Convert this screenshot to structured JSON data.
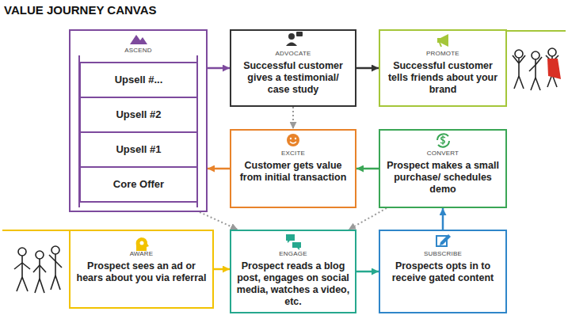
{
  "diagram": {
    "title": "VALUE JOURNEY CANVAS",
    "nodes": [
      {
        "text": [
          "ASCEND"
        ]
      },
      {
        "text": [
          "Upsell #..."
        ],
        "in": 0
      },
      {
        "text": [
          "Upsell #2"
        ],
        "in": 0
      },
      {
        "text": [
          "Upsell #1"
        ],
        "in": 0
      },
      {
        "text": [
          "Core Offer"
        ],
        "in": 0
      },
      {
        "text": [
          "ADVOCATE",
          "Successful customer gives a testimonial/ case study"
        ]
      },
      {
        "text": [
          "PROMOTE",
          "Successful customer tells friends about your brand"
        ]
      },
      {
        "text": [
          "EXCITE",
          "Customer gets value from initial transaction"
        ]
      },
      {
        "text": [
          "CONVERT",
          "Prospect makes a small purchase/ schedules demo"
        ]
      },
      {
        "text": [
          "AWARE",
          "Prospect sees an ad or hears about you via referral"
        ]
      },
      {
        "text": [
          "ENGAGE",
          "Prospect reads a blog post, engages on social media, watches a video, etc."
        ]
      },
      {
        "text": [
          "SUBSCRIBE",
          "Prospects opts in to receive gated content"
        ]
      }
    ],
    "edges": [
      {
        "from": 0,
        "to": 5,
        "arrow": "to"
      },
      {
        "from": 5,
        "to": 6,
        "arrow": "to"
      },
      {
        "from": 5,
        "to": 7,
        "arrow": "to"
      },
      {
        "from": 7,
        "to": 0,
        "arrow": "to"
      },
      {
        "from": 8,
        "to": 7,
        "arrow": "to"
      },
      {
        "from": 11,
        "to": 8,
        "arrow": "to"
      },
      {
        "from": 10,
        "to": 11,
        "arrow": "to"
      },
      {
        "from": 9,
        "to": 10,
        "arrow": "to"
      },
      {
        "from": 0,
        "to": 10,
        "arrow": "to"
      },
      {
        "from": 8,
        "to": 10,
        "arrow": "to"
      }
    ]
  }
}
